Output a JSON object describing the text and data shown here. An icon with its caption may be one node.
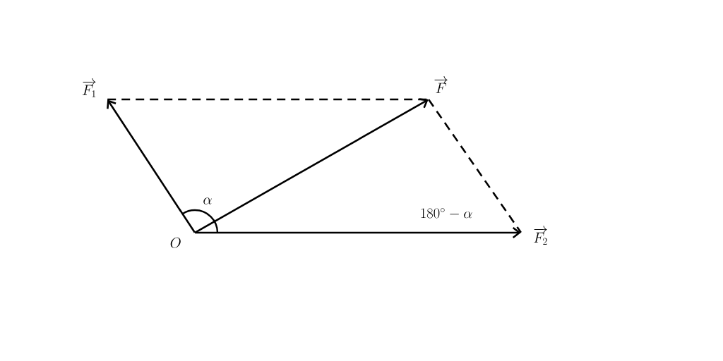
{
  "diagram": {
    "nodes": [
      {
        "text": [
          "O"
        ]
      },
      {
        "text": [
          "\\overrightarrow{F_1}"
        ]
      },
      {
        "text": [
          "\\overrightarrow{F}"
        ]
      },
      {
        "text": [
          "\\overrightarrow{F_2}"
        ]
      }
    ],
    "edges": [
      {
        "from": 0,
        "to": 1,
        "arrow": "to"
      },
      {
        "from": 0,
        "to": 2,
        "arrow": "to"
      },
      {
        "from": 0,
        "to": 3,
        "arrow": "to"
      },
      {
        "from": 1,
        "to": 2,
        "arrow": "none",
        "style": "dashed"
      },
      {
        "from": 2,
        "to": 3,
        "arrow": "none",
        "style": "dashed"
      }
    ],
    "labels": [
      "\\alpha",
      "180^\\circ - \\alpha"
    ]
  }
}
